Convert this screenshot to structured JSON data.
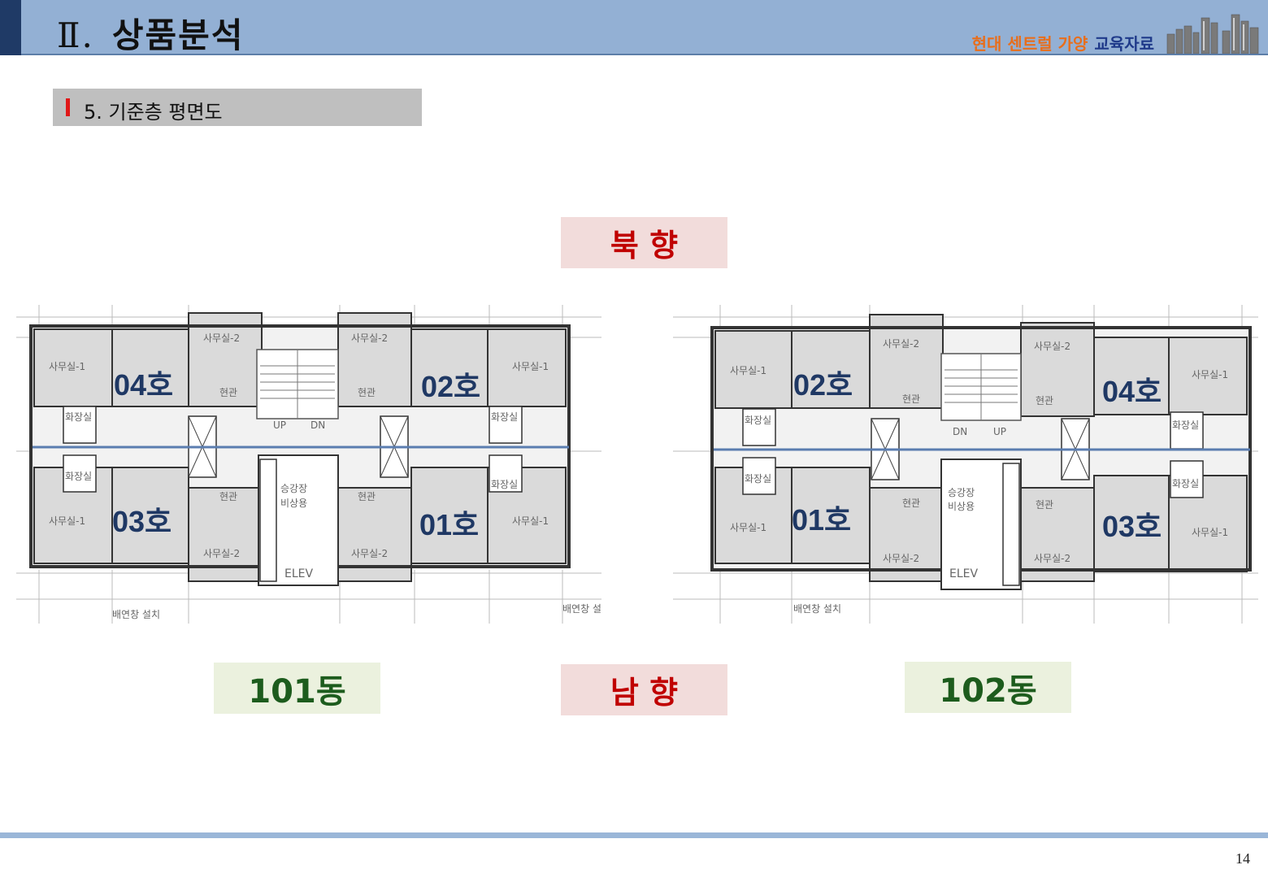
{
  "header": {
    "roman": "Ⅱ.",
    "title": "상품분석",
    "org": "현대 센트럴 가양",
    "doc_type": "교육자료"
  },
  "section": {
    "title": "5. 기준층 평면도"
  },
  "direction": {
    "north": "북 향",
    "south": "남 향"
  },
  "buildings": [
    {
      "label": "101동",
      "units": {
        "top_left": "04호",
        "top_right": "02호",
        "bottom_left": "03호",
        "bottom_right": "01호"
      }
    },
    {
      "label": "102동",
      "units": {
        "top_left": "02호",
        "top_right": "04호",
        "bottom_left": "01호",
        "bottom_right": "03호"
      }
    }
  ],
  "plan_text": {
    "office1": "사무실-1",
    "office2": "사무실-2",
    "entrance": "현관",
    "restroom": "화장실",
    "up": "UP",
    "dn": "DN",
    "lobby": "승강장",
    "emergency": "비상용",
    "elev": "ELEV",
    "note": "배연창 설치"
  },
  "page_number": "14",
  "colors": {
    "header_bg": "#93b0d4",
    "header_tab": "#1f3a66",
    "accent_red": "#e01818",
    "direction_bg": "#f2dcdb",
    "building_bg": "#ebf1de"
  }
}
